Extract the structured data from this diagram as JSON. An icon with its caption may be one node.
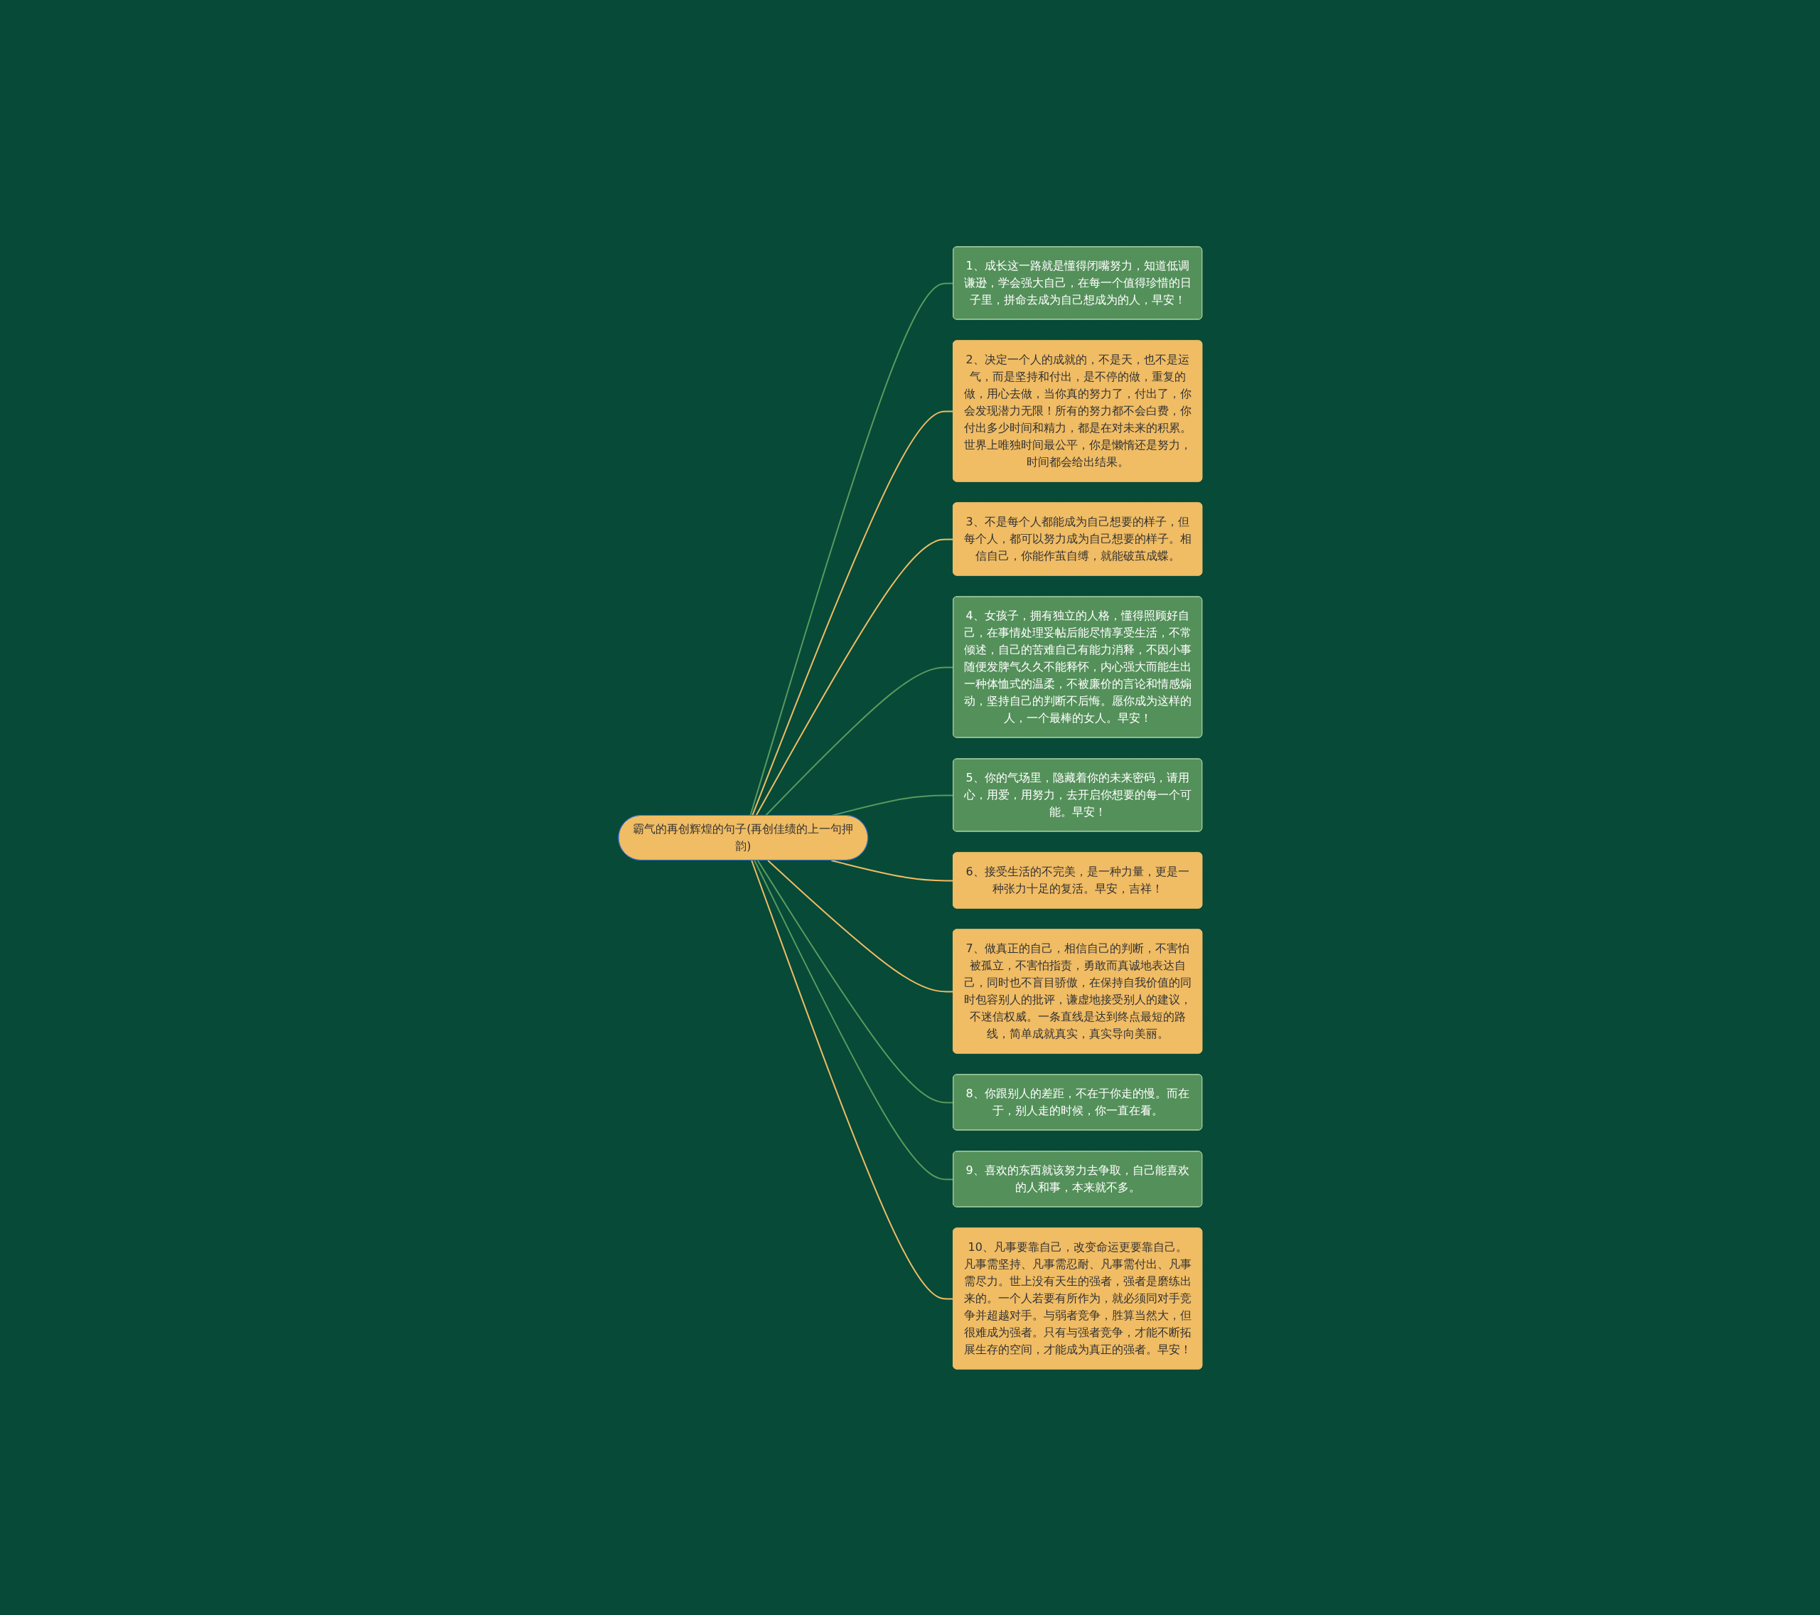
{
  "diagram": {
    "nodes": [
      {
        "text": [
          "霸气的再创辉煌的句子(再创佳绩的上一句押韵)"
        ]
      },
      {
        "text": [
          "1、成长这一路就是懂得闭嘴努力，知道低调谦逊，学会强大自己，在每一个值得珍惜的日子里，拼命去成为自己想成为的人，早安！"
        ]
      },
      {
        "text": [
          "2、决定一个人的成就的，不是天，也不是运气，而是坚持和付出，是不停的做，重复的做，用心去做，当你真的努力了，付出了，你会发现潜力无限！所有的努力都不会白费，你付出多少时间和精力，都是在对未来的积累。世界上唯独时间最公平，你是懒惰还是努力，时间都会给出结果。"
        ]
      },
      {
        "text": [
          "3、不是每个人都能成为自己想要的样子，但每个人，都可以努力成为自己想要的样子。相信自己，你能作茧自缚，就能破茧成蝶。"
        ]
      },
      {
        "text": [
          "4、女孩子，拥有独立的人格，懂得照顾好自己，在事情处理妥帖后能尽情享受生活，不常倾述，自己的苦难自己有能力消释，不因小事随便发脾气久久不能释怀，内心强大而能生出一种体恤式的温柔，不被廉价的言论和情感煽动，坚持自己的判断不后悔。愿你成为这样的人，一个最棒的女人。早安！"
        ]
      },
      {
        "text": [
          "5、你的气场里，隐藏着你的未来密码，请用心，用爱，用努力，去开启你想要的每一个可能。早安！"
        ]
      },
      {
        "text": [
          "6、接受生活的不完美，是一种力量，更是一种张力十足的复活。早安，吉祥！"
        ]
      },
      {
        "text": [
          "7、做真正的自己，相信自己的判断，不害怕被孤立，不害怕指责，勇敢而真诚地表达自己，同时也不盲目骄傲，在保持自我价值的同时包容别人的批评，谦虚地接受别人的建议，不迷信权威。一条直线是达到终点最短的路线，简单成就真实，真实导向美丽。"
        ]
      },
      {
        "text": [
          "8、你跟别人的差距，不在于你走的慢。而在于，别人走的时候，你一直在看。"
        ]
      },
      {
        "text": [
          "9、喜欢的东西就该努力去争取，自己能喜欢的人和事，本来就不多。"
        ]
      },
      {
        "text": [
          "10、凡事要靠自己，改变命运更要靠自己。凡事需坚持、凡事需忍耐、凡事需付出、凡事需尽力。世上没有天生的强者，强者是磨练出来的。一个人若要有所作为，就必须同对手竞争并超越对手。与弱者竞争，胜算当然大，但很难成为强者。只有与强者竞争，才能不断拓展生存的空间，才能成为真正的强者。早安！"
        ]
      }
    ],
    "edges": [
      {
        "from": 0,
        "to": 1,
        "arrow": "none",
        "color": "#5a9a5e"
      },
      {
        "from": 0,
        "to": 2,
        "arrow": "none",
        "color": "#f0bc64"
      },
      {
        "from": 0,
        "to": 3,
        "arrow": "none",
        "color": "#f0bc64"
      },
      {
        "from": 0,
        "to": 4,
        "arrow": "none",
        "color": "#5a9a5e"
      },
      {
        "from": 0,
        "to": 5,
        "arrow": "none",
        "color": "#5a9a5e"
      },
      {
        "from": 0,
        "to": 6,
        "arrow": "none",
        "color": "#f0bc64"
      },
      {
        "from": 0,
        "to": 7,
        "arrow": "none",
        "color": "#f0bc64"
      },
      {
        "from": 0,
        "to": 8,
        "arrow": "none",
        "color": "#5a9a5e"
      },
      {
        "from": 0,
        "to": 9,
        "arrow": "none",
        "color": "#5a9a5e"
      },
      {
        "from": 0,
        "to": 10,
        "arrow": "none",
        "color": "#f0bc64"
      }
    ]
  }
}
